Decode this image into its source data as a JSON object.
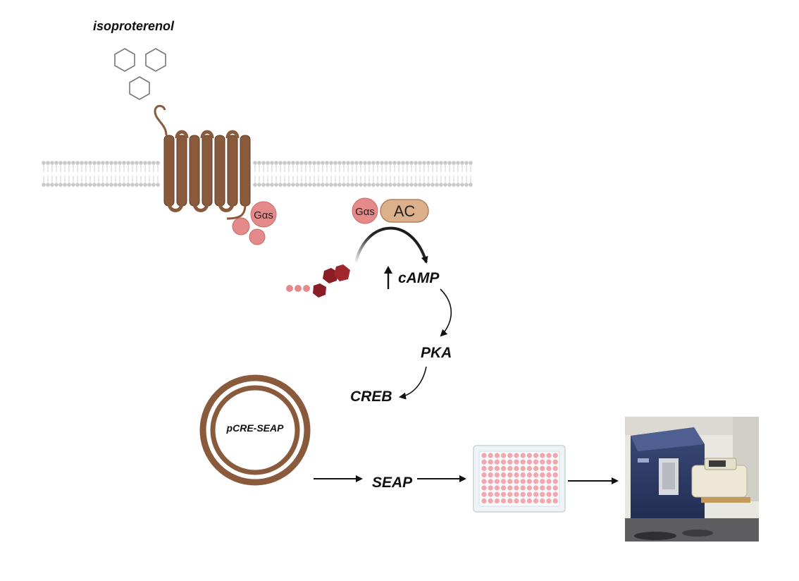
{
  "labels": {
    "ligand": "isoproterenol",
    "g_protein": "Gαs",
    "g_protein_ac": "Gαs",
    "adenylyl_cyclase": "AC",
    "camp": "cAMP",
    "pka": "PKA",
    "creb": "CREB",
    "plasmid": "pCRE-SEAP",
    "seap": "SEAP"
  },
  "plate": {
    "rows": 8,
    "columns": 12
  },
  "colors": {
    "receptor": "#8a5a3c",
    "g_protein": "#e07e7e",
    "ac": "#d9b38c",
    "kinase": "#8b1d24",
    "plasmid": "#8a5a3c",
    "well": "#f2a6ad",
    "arrow": "#111111",
    "membrane": "#c8c8c8"
  },
  "icons": [
    "hexagon-ligand-icon",
    "gpcr-receptor-icon",
    "kinase-icon",
    "microplate-icon",
    "plate-reader-icon"
  ]
}
